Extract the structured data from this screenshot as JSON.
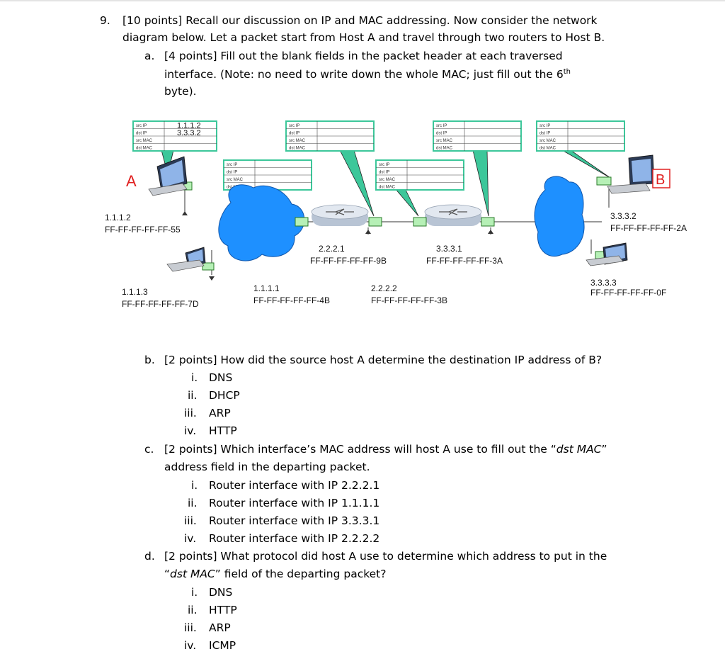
{
  "question": {
    "number": "9.",
    "line1": "[10 points] Recall our discussion on IP and MAC addressing. Now consider the network",
    "line2": "diagram below. Let a packet start from Host A and travel through two routers to Host B."
  },
  "part_a": {
    "letter": "a.",
    "line1": "[4 points] Fill out the blank fields in the packet header at each traversed",
    "line2_pre": "interface. (Note: no need to write down the whole MAC; just fill out the 6",
    "line2_sup": "th",
    "line3": "byte)."
  },
  "diagram": {
    "header_labels": {
      "src_ip": "src IP",
      "dst_ip": "dst IP",
      "src_mac": "src MAC",
      "dst_mac": "dst MAC"
    },
    "first_header_values": {
      "src_ip": "1.1.1.2",
      "dst_ip": "3.3.3.2"
    },
    "host_a_label": "A",
    "host_b_label": "B",
    "addresses": {
      "host_a_ip": "1.1.1.2",
      "host_a_mac": "FF-FF-FF-FF-FF-55",
      "host_113_ip": "1.1.1.3",
      "host_113_mac": "FF-FF-FF-FF-FF-7D",
      "r1_left_ip": "1.1.1.1",
      "r1_left_mac": "FF-FF-FF-FF-FF-4B",
      "r1_right_ip": "2.2.2.1",
      "r1_right_mac": "FF-FF-FF-FF-FF-9B",
      "r2_left_ip": "2.2.2.2",
      "r2_left_mac": "FF-FF-FF-FF-FF-3B",
      "r2_right_ip": "3.3.3.1",
      "r2_right_mac": "FF-FF-FF-FF-FF-3A",
      "host_b_ip": "3.3.3.2",
      "host_b_mac": "FF-FF-FF-FF-FF-2A",
      "host_333_ip": "3.3.3.3",
      "host_333_mac": "FF-FF-FF-FF-FF-0F"
    },
    "colors": {
      "cloud": "#1e90ff",
      "callout": "#3cc79a",
      "interface": "#b6f0b6",
      "router": "#d4dbe6"
    }
  },
  "part_b": {
    "letter": "b.",
    "question": "[2 points] How did the source host A determine the destination IP address of B?",
    "options": [
      {
        "num": "i.",
        "text": "DNS"
      },
      {
        "num": "ii.",
        "text": "DHCP"
      },
      {
        "num": "iii.",
        "text": "ARP"
      },
      {
        "num": "iv.",
        "text": "HTTP"
      }
    ]
  },
  "part_c": {
    "letter": "c.",
    "line1_pre": "[2 points] Which interface’s MAC address will host A use to fill out the “",
    "line1_em": "dst MAC",
    "line1_post": "”",
    "line2": "address field in the departing packet.",
    "options": [
      {
        "num": "i.",
        "text": "Router interface with IP 2.2.2.1"
      },
      {
        "num": "ii.",
        "text": "Router interface with IP 1.1.1.1"
      },
      {
        "num": "iii.",
        "text": "Router interface with IP 3.3.3.1"
      },
      {
        "num": "iv.",
        "text": "Router interface with IP 2.2.2.2"
      }
    ]
  },
  "part_d": {
    "letter": "d.",
    "line1": "[2 points] What protocol did host A use to determine which address to put in the",
    "line2_pre": "“",
    "line2_em": "dst MAC",
    "line2_post": "” field of the departing packet?",
    "options": [
      {
        "num": "i.",
        "text": "DNS"
      },
      {
        "num": "ii.",
        "text": "HTTP"
      },
      {
        "num": "iii.",
        "text": "ARP"
      },
      {
        "num": "iv.",
        "text": "ICMP"
      }
    ]
  }
}
